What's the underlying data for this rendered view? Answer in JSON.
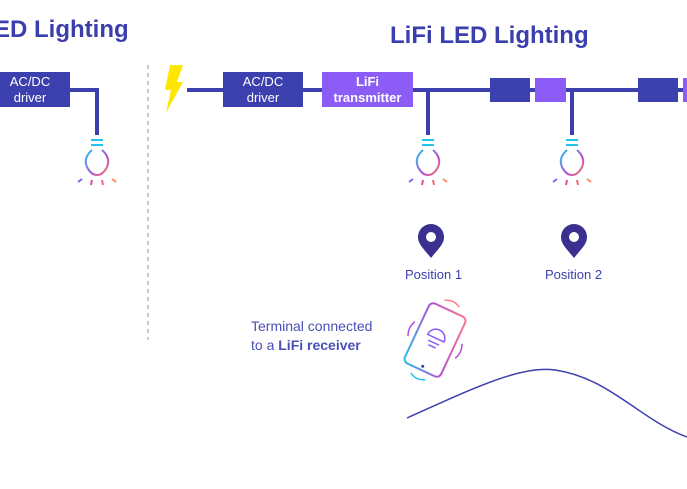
{
  "left_panel": {
    "title": "ED Lighting",
    "driver": {
      "line1": "AC/DC",
      "line2": "driver"
    }
  },
  "right_panel": {
    "title": "LiFi LED Lighting",
    "driver": {
      "line1": "AC/DC",
      "line2": "driver"
    },
    "transmitter": {
      "line1": "LiFi",
      "line2": "transmitter"
    },
    "positions": [
      "Position 1",
      "Position 2"
    ],
    "terminal": {
      "line1": "Terminal connected",
      "line2_prefix": "to a ",
      "line2_bold": "LiFi receiver"
    }
  },
  "colors": {
    "primary": "#3b40ae",
    "accent": "#8b5cf6",
    "power": "#ffe600"
  },
  "icons": [
    "lightning-bolt-icon",
    "light-bulb-icon",
    "map-pin-icon",
    "smartphone-icon"
  ]
}
